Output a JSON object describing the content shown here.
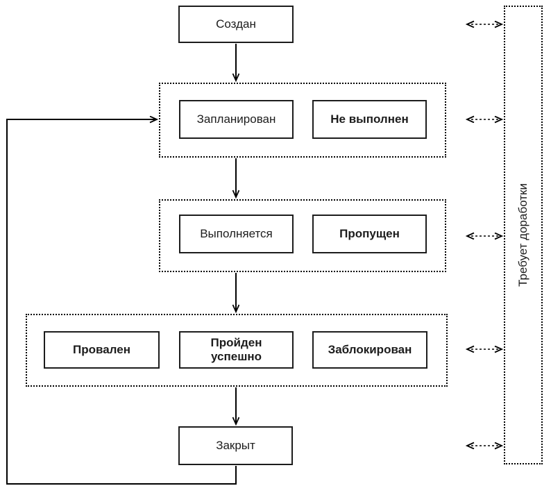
{
  "diagram": {
    "background": "#ffffff",
    "line_color": "#000000",
    "box_border_color": "#1c1c1c",
    "nodes": {
      "created": "Создан",
      "planned": "Запланирован",
      "not_executed": "Не выполнен",
      "in_progress": "Выполняется",
      "skipped": "Пропущен",
      "failed": "Провален",
      "passed": "Пройден успешно",
      "blocked": "Заблокирован",
      "closed": "Закрыт",
      "needs_rework": "Требует доработки"
    }
  }
}
